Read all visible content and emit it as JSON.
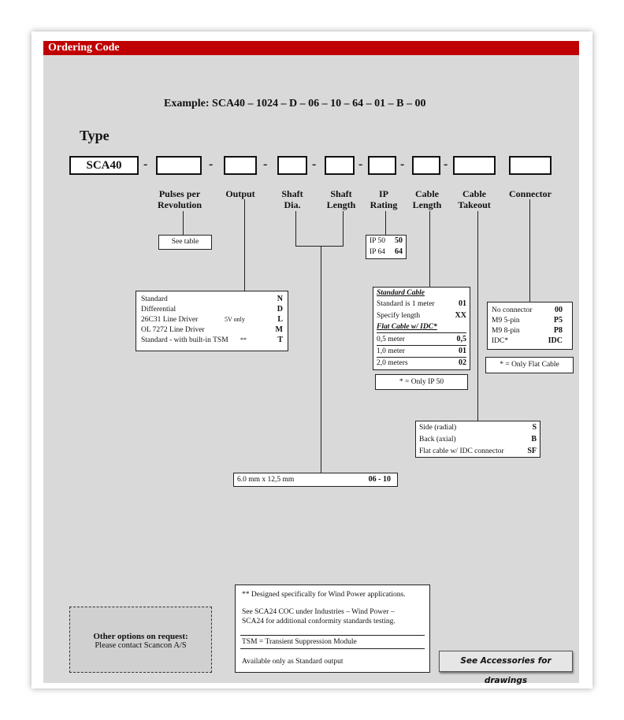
{
  "title": "Ordering Code",
  "example": "Example:  SCA40 – 1024 – D – 06 – 10 – 64 – 01 – B – 00",
  "type_label": "Type",
  "code": {
    "model": "SCA40",
    "dash": "-"
  },
  "headers": {
    "ppr_1": "Pulses per",
    "ppr_2": "Revolution",
    "output": "Output",
    "shaft_dia_1": "Shaft",
    "shaft_dia_2": "Dia.",
    "shaft_len_1": "Shaft",
    "shaft_len_2": "Length",
    "ip_1": "IP",
    "ip_2": "Rating",
    "cable_len_1": "Cable",
    "cable_len_2": "Length",
    "cable_take_1": "Cable",
    "cable_take_2": "Takeout",
    "connector": "Connector"
  },
  "see_table": "See table",
  "output_options": [
    {
      "label": "Standard",
      "note": "",
      "code": "N"
    },
    {
      "label": "Differential",
      "note": "",
      "code": "D"
    },
    {
      "label": "26C31 Line Driver",
      "note": "5V only",
      "code": "L"
    },
    {
      "label": "OL 7272 Line Driver",
      "note": "",
      "code": "M"
    },
    {
      "label": "Standard - with built-in TSM",
      "note": "**",
      "code": "T"
    }
  ],
  "ip_options": [
    {
      "label": "IP 50",
      "code": "50"
    },
    {
      "label": "IP 64",
      "code": "64"
    }
  ],
  "cable_length": {
    "standard_title": "Standard Cable",
    "standard": [
      {
        "label": "Standard is 1 meter",
        "code": "01"
      },
      {
        "label": "Specify length",
        "code": "XX"
      }
    ],
    "flat_title": "Flat Cable w/ IDC*",
    "flat": [
      {
        "label": "0,5 meter",
        "code": "0,5"
      },
      {
        "label": "1,0 meter",
        "code": "01"
      },
      {
        "label": "2,0 meters",
        "code": "02"
      }
    ],
    "note": "* = Only IP 50"
  },
  "connector_options": [
    {
      "label": "No connector",
      "code": "00"
    },
    {
      "label": "M9   5-pin",
      "code": "P5"
    },
    {
      "label": "M9   8-pin",
      "code": "P8"
    },
    {
      "label": "IDC*",
      "code": "IDC"
    }
  ],
  "connector_note": "* = Only Flat Cable",
  "takeout_options": [
    {
      "label": "Side  (radial)",
      "code": "S"
    },
    {
      "label": "Back (axial)",
      "code": "B"
    },
    {
      "label": "Flat cable w/ IDC connector",
      "code": "SF"
    }
  ],
  "shaft_option": {
    "label": "6.0 mm   x  12,5 mm",
    "code": "06   -   10"
  },
  "notes": {
    "wind": "** Designed specifically for Wind Power applications.",
    "sca24_1": "See SCA24  COC  under  Industries – Wind Power –",
    "sca24_2": "SCA24  for additional conformity standards testing.",
    "tsm": "TSM = Transient Suppression Module",
    "standard_only": "Available only as Standard output"
  },
  "other_options": {
    "title": "Other options on request:",
    "contact": "Please contact Scancon A/S"
  },
  "accessories_button": "See Accessories for drawings",
  "colors": {
    "title_bar": "#c00000",
    "panel": "#d9d9d9"
  }
}
